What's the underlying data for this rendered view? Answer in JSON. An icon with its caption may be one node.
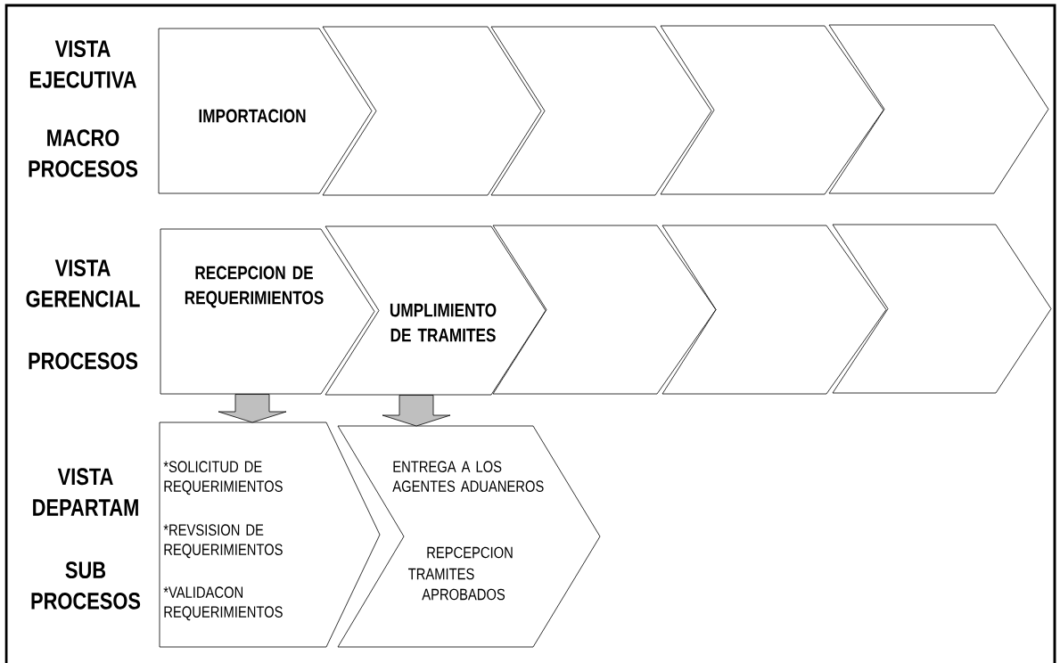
{
  "diagram": {
    "nodes": [
      {
        "text": [
          "IMPORTACION"
        ]
      },
      {
        "text": [],
        "shape": "chevron"
      },
      {
        "text": [],
        "shape": "chevron"
      },
      {
        "text": [],
        "shape": "chevron"
      },
      {
        "text": [],
        "shape": "chevron"
      },
      {
        "text": [
          "RECEPCION DE REQUERIMIENTOS"
        ]
      },
      {
        "text": [
          "UMPLIMIENTO DE TRAMITES"
        ]
      },
      {
        "text": [],
        "shape": "chevron"
      },
      {
        "text": [],
        "shape": "chevron"
      },
      {
        "text": [],
        "shape": "chevron"
      },
      {
        "text": [
          "*SOLICITUD DE REQUERIMIENTOS",
          "*REVSISION DE REQUERIMIENTOS",
          "*VALIDACON REQUERIMIENTOS"
        ]
      },
      {
        "text": [
          "ENTREGA A LOS AGENTES ADUANEROS",
          "REPCEPCION",
          "TRAMITES",
          "APROBADOS"
        ]
      }
    ],
    "edges": [
      {
        "from": 5,
        "to": 10,
        "arrow": "to"
      },
      {
        "from": 6,
        "to": 11,
        "arrow": "to"
      }
    ],
    "labels": [
      "VISTA EJECUTIVA",
      "MACRO PROCESOS",
      "VISTA GERENCIAL",
      "PROCESOS",
      "VISTA DEPARTAM",
      "SUB PROCESOS"
    ]
  }
}
